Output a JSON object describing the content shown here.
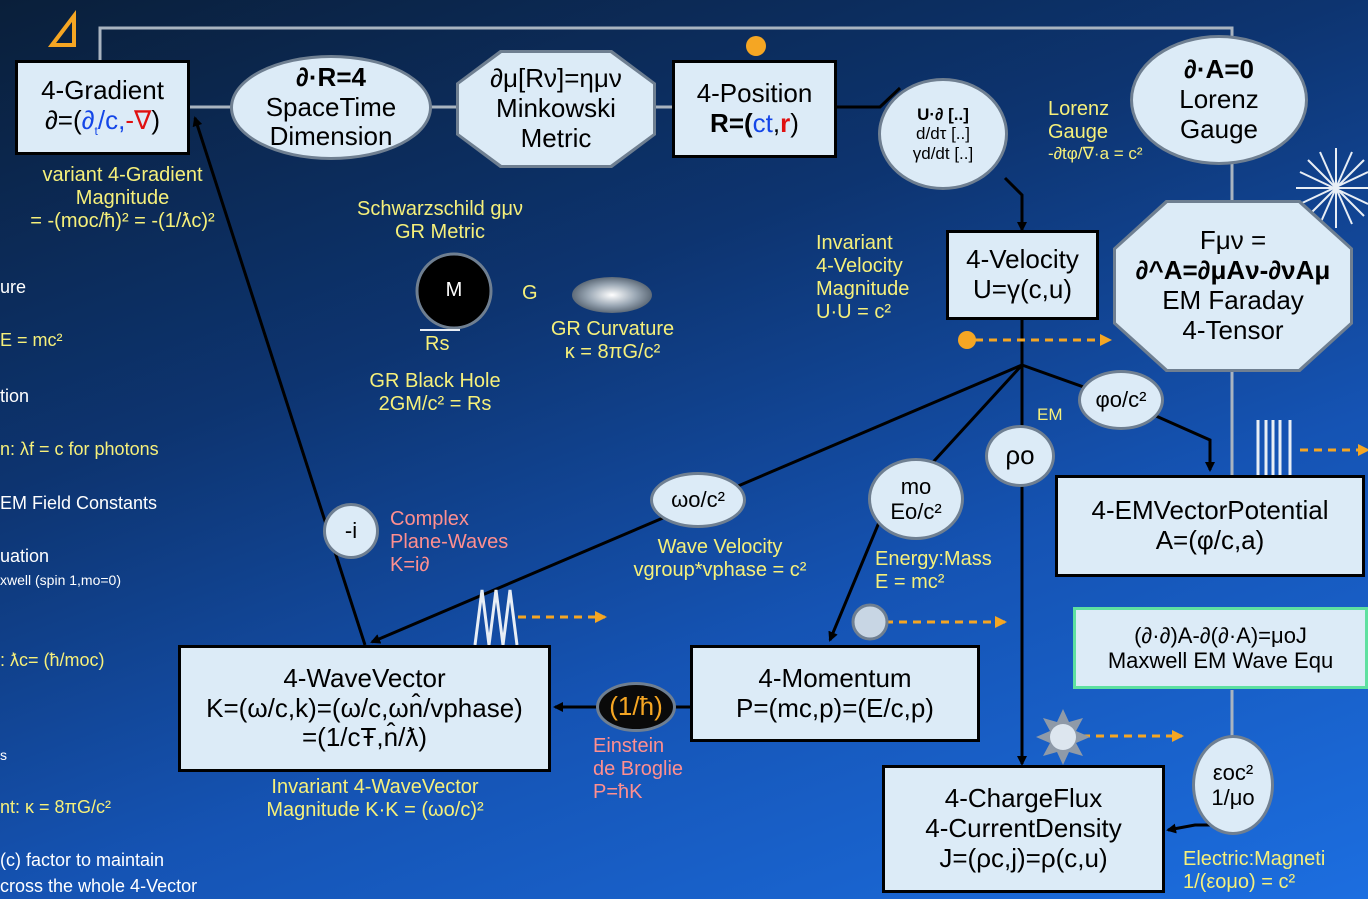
{
  "nodes": {
    "gradient": {
      "title": "4-Gradient",
      "eq_pre": "∂=(",
      "eq_dt": "∂",
      "eq_sub": "t",
      "eq_mid": "/c,",
      "eq_nabla": "-∇",
      "eq_post": ")"
    },
    "spacetime_dim": {
      "eq": "∂·R=4",
      "l1": "SpaceTime",
      "l2": "Dimension"
    },
    "minkowski": {
      "eq": "∂μ[Rν]=ημν",
      "l1": "Minkowski",
      "l2": "Metric"
    },
    "position": {
      "title": "4-Position",
      "eq_pre": "R=(",
      "eq_ct": "ct",
      "eq_comma": ",",
      "eq_r": "r",
      "eq_post": ")"
    },
    "derivative_ops": {
      "l1": "U·∂ [..]",
      "l2": "d/dτ [..]",
      "l3": "γd/dt [..]"
    },
    "lorenz_gauge": {
      "eq": "∂·A=0",
      "l1": "Lorenz",
      "l2": "Gauge"
    },
    "velocity": {
      "title": "4-Velocity",
      "eq": "U=γ(c,u)"
    },
    "faraday": {
      "l1": "Fμν =",
      "l2": "∂^A=∂μAν-∂νAμ",
      "l3": "EM Faraday",
      "l4": "4-Tensor"
    },
    "phi_c2": {
      "label": "φo/c²"
    },
    "rho": {
      "label": "ρo"
    },
    "mo": {
      "l1": "mo",
      "l2": "Eo/c²"
    },
    "omega": {
      "label": "ωo/c²"
    },
    "minus_i": {
      "label": "-i"
    },
    "em_potential": {
      "title": "4-EMVectorPotential",
      "eq": "A=(φ/c,a)"
    },
    "maxwell_wave": {
      "l1": "(∂·∂)A-∂(∂·A)=μoJ",
      "l2": "Maxwell EM Wave Equ"
    },
    "wavevector": {
      "title": "4-WaveVector",
      "l1": "K=(ω/c,k)=(ω/c,ωn̂/vphase)",
      "l2": "=(1/cŦ,n̂/ƛ)"
    },
    "hbar": {
      "label": "(1/ħ)"
    },
    "momentum": {
      "title": "4-Momentum",
      "eq": "P=(mc,p)=(E/c,p)"
    },
    "chargeflux": {
      "l1": "4-ChargeFlux",
      "l2": "4-CurrentDensity",
      "l3": "J=(ρc,j)=ρ(c,u)"
    },
    "eps_mu": {
      "l1": "εoc²",
      "l2": "1/μo"
    },
    "black_hole": {
      "label": "M"
    }
  },
  "labels": {
    "lorenz_gauge_side": {
      "l1": "Lorenz",
      "l2": "Gauge",
      "l3": "-∂tφ/∇·a = c²"
    },
    "schwarzschild": {
      "l1": "Schwarzschild gμν",
      "l2": "GR Metric"
    },
    "g_label": "G",
    "rs_label": "Rs",
    "gr_curvature": {
      "l1": "GR Curvature",
      "l2": "κ = 8πG/c²"
    },
    "gr_black_hole": {
      "l1": "GR Black Hole",
      "l2": "2GM/c² = Rs"
    },
    "inv_velocity": {
      "l1": "Invariant",
      "l2": "4-Velocity",
      "l3": "Magnitude",
      "l4": "U·U = c²"
    },
    "em": "EM",
    "complex_waves": {
      "l1": "Complex",
      "l2": "Plane-Waves",
      "l3": "K=i∂"
    },
    "wave_velocity": {
      "l1": "Wave Velocity",
      "l2": "vgroup*vphase = c²"
    },
    "energy_mass": {
      "l1": "Energy:Mass",
      "l2": "E = mc²"
    },
    "inv_gradient": {
      "l1": "variant 4-Gradient",
      "l2": "Magnitude",
      "l3": "= -(moc/ħ)² = -(1/ƛc)²"
    },
    "einstein": {
      "l1": "Einstein",
      "l2": "de Broglie",
      "l3": "P=ħK"
    },
    "inv_wavevector": {
      "l1": "Invariant 4-WaveVector",
      "l2": "Magnitude K·K = (ωo/c)²"
    },
    "elec_mag": {
      "l1": "Electric:Magneti",
      "l2": "1/(εoμo) = c²"
    },
    "left_col": {
      "ure": "ure",
      "emc2": "E = mc²",
      "tion": "tion",
      "photons": "n: λf = c for photons",
      "em_consts": "EM Field Constants",
      "uation": "uation",
      "maxwell_spin": "xwell (spin 1,mo=0)",
      "compton": ": ƛc= (ħ/moc)",
      "s": "s",
      "kappa": "nt: κ = 8πG/c²",
      "factor": "(c) factor to maintain",
      "across": "cross the whole 4-Vector"
    }
  },
  "colors": {
    "node_fill": "#dcebf7",
    "accent_yellow": "#f6f07a",
    "orange": "#f5a623",
    "pink": "#ff8f8f",
    "blue_text": "#1446e8",
    "red_text": "#e01010",
    "maxwell_border": "#5ee0a0"
  }
}
